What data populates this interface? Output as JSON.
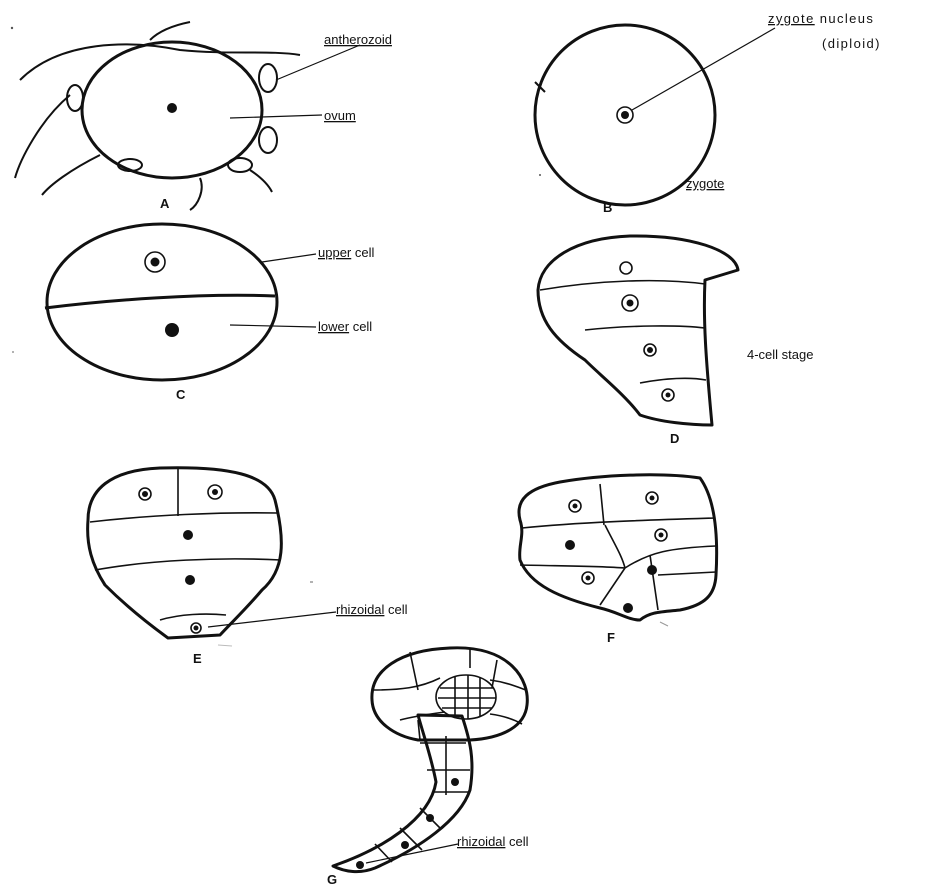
{
  "panels": {
    "A": {
      "letter": "A",
      "labels": {
        "antherozoid": "antherozoid",
        "ovum": "ovum"
      }
    },
    "B": {
      "letter": "B",
      "labels": {
        "zygote_word": "zygote",
        "nucleus_word": " nucleus",
        "diploid": "(diploid)",
        "zygote": "zygote"
      }
    },
    "C": {
      "letter": "C",
      "labels": {
        "upper_cell_word": "upper",
        "upper_cell_rest": " cell",
        "lower_cell_word": "lower",
        "lower_cell_rest": " cell"
      }
    },
    "D": {
      "letter": "D",
      "labels": {
        "stage": "4-cell stage"
      }
    },
    "E": {
      "letter": "E",
      "labels": {
        "rhizoidal_word": "rhizoidal",
        "rhizoidal_rest": " cell"
      }
    },
    "F": {
      "letter": "F"
    },
    "G": {
      "letter": "G",
      "labels": {
        "rhizoidal_word": "rhizoidal",
        "rhizoidal_rest": " cell"
      }
    }
  }
}
